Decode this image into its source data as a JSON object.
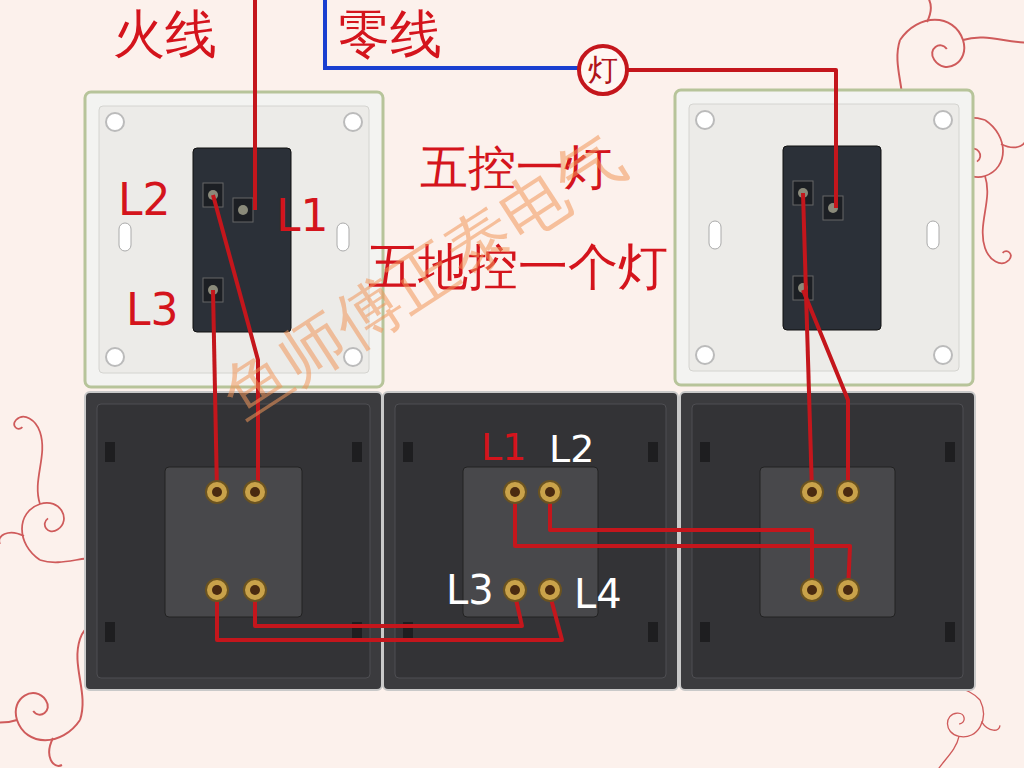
{
  "diagram": {
    "title": "五控一灯",
    "nodes": [
      {
        "text": [
          "灯"
        ]
      }
    ],
    "labels": [
      "火线",
      "零线",
      "五地控一个灯",
      "L2",
      "L1",
      "L3",
      "L1",
      "L2",
      "L3",
      "L4",
      "鱼师傅正泰电气"
    ]
  }
}
